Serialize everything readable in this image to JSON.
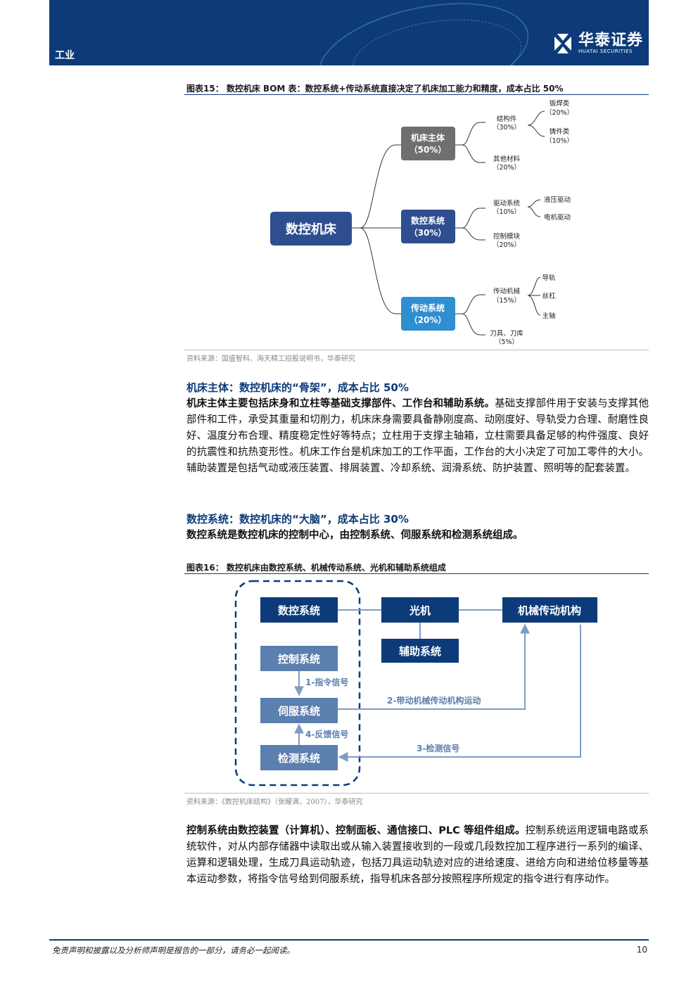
{
  "header": {
    "section": "工业",
    "logo_cn": "华泰证券",
    "logo_en": "HUATAI SECURITIES",
    "brand_color": "#0d3b7a"
  },
  "figure15": {
    "title": "图表15：  数控机床 BOM 表：数控系统+传动系统直接决定了机床加工能力和精度，成本占比 50%",
    "root": "数控机床",
    "level1": [
      {
        "name": "机床主体",
        "pct": "（50%）"
      },
      {
        "name": "数控系统",
        "pct": "（30%）"
      },
      {
        "name": "传动系统",
        "pct": "（20%）"
      }
    ],
    "level2": [
      {
        "name": "结构件",
        "pct": "（30%）"
      },
      {
        "name": "其他材料",
        "pct": "（20%）"
      },
      {
        "name": "驱动系统",
        "pct": "（10%）"
      },
      {
        "name": "控制模块",
        "pct": "（20%）"
      },
      {
        "name": "传动机械",
        "pct": "（15%）"
      },
      {
        "name": "刀具、刀库",
        "pct": "（5%）"
      }
    ],
    "level3": [
      {
        "name": "钣焊类",
        "pct": "（20%）"
      },
      {
        "name": "铸件类",
        "pct": "（10%）"
      },
      {
        "name": "液压驱动",
        "pct": ""
      },
      {
        "name": "电机驱动",
        "pct": ""
      },
      {
        "name": "导轨",
        "pct": ""
      },
      {
        "name": "丝杠",
        "pct": ""
      },
      {
        "name": "主轴",
        "pct": ""
      }
    ],
    "source": "资料来源：国盛智科、海天精工招股说明书，华泰研究"
  },
  "section1": {
    "heading": "机床主体：数控机床的“骨架”，成本占比 50%",
    "lead": "机床主体主要包括床身和立柱等基础支撑部件、工作台和辅助系统。",
    "body": "基础支撑部件用于安装与支撑其他部件和工件，承受其重量和切削力，机床床身需要具备静刚度高、动刚度好、导轨受力合理、耐磨性良好、温度分布合理、精度稳定性好等特点；立柱用于支撑主轴箱，立柱需要具备足够的构件强度、良好的抗震性和抗热变形性。机床工作台是机床加工的工作平面，工作台的大小决定了可加工零件的大小。辅助装置是包括气动或液压装置、排屑装置、冷却系统、润滑系统、防护装置、照明等的配套装置。"
  },
  "section2": {
    "heading": "数控系统：数控机床的“大脑”，成本占比 30%",
    "lead": "数控系统是数控机床的控制中心，由控制系统、伺服系统和检测系统组成。"
  },
  "figure16": {
    "title": "图表16：  数控机床由数控系统、机械传动系统、光机和辅助系统组成",
    "boxes": {
      "cnc": "数控系统",
      "optical": "光机",
      "mech": "机械传动机构",
      "aux": "辅助系统",
      "control": "控制系统",
      "servo": "伺服系统",
      "detect": "检测系统"
    },
    "labels": {
      "l1": "1-指令信号",
      "l2": "2-带动机械传动机构运动",
      "l3": "3-检测信号",
      "l4": "4-反馈信号"
    },
    "colors": {
      "dark": "#0d3b7a",
      "light": "#5b7fae",
      "line": "#7f9cc6"
    },
    "source": "资料来源：《数控机床结构》（张耀满，2007），华泰研究"
  },
  "section3": {
    "lead": "控制系统由数控装置（计算机）、控制面板、通信接口、PLC 等组件组成。",
    "body": "控制系统运用逻辑电路或系统软件，对从内部存储器中读取出或从输入装置接收到的一段或几段数控加工程序进行一系列的编译、运算和逻辑处理，生成刀具运动轨迹，包括刀具运动轨迹对应的进给速度、进给方向和进给位移量等基本运动参数，将指令信号给到伺服系统，指导机床各部分按照程序所规定的指令进行有序动作。"
  },
  "footer": {
    "disclaimer": "免责声明和披露以及分析师声明是报告的一部分，请务必一起阅读。",
    "page": "10"
  }
}
